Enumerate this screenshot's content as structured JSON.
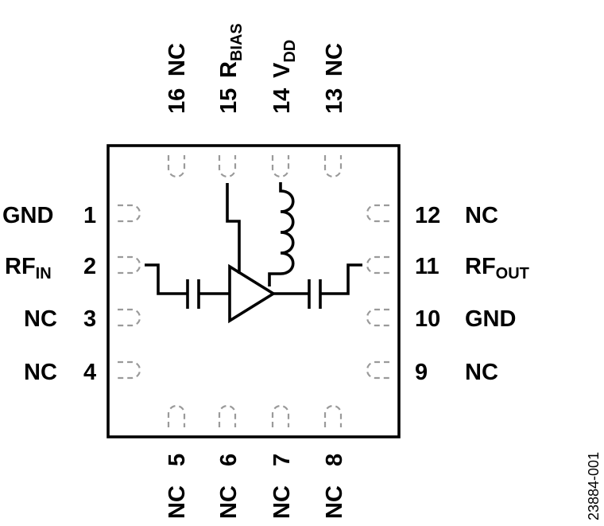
{
  "figure_id": "23884-001",
  "pins": {
    "p1": {
      "number": "1",
      "name": "GND"
    },
    "p2": {
      "number": "2",
      "name": "RF",
      "sub": "IN"
    },
    "p3": {
      "number": "3",
      "name": "NC"
    },
    "p4": {
      "number": "4",
      "name": "NC"
    },
    "p5": {
      "number": "5",
      "name": "NC"
    },
    "p6": {
      "number": "6",
      "name": "NC"
    },
    "p7": {
      "number": "7",
      "name": "NC"
    },
    "p8": {
      "number": "8",
      "name": "NC"
    },
    "p9": {
      "number": "9",
      "name": "NC"
    },
    "p10": {
      "number": "10",
      "name": "GND"
    },
    "p11": {
      "number": "11",
      "name": "RF",
      "sub": "OUT"
    },
    "p12": {
      "number": "12",
      "name": "NC"
    },
    "p13": {
      "number": "13",
      "name": "NC"
    },
    "p14": {
      "number": "14",
      "name": "V",
      "sub": "DD"
    },
    "p15": {
      "number": "15",
      "name": "R",
      "sub": "BIAS"
    },
    "p16": {
      "number": "16",
      "name": "NC"
    }
  }
}
